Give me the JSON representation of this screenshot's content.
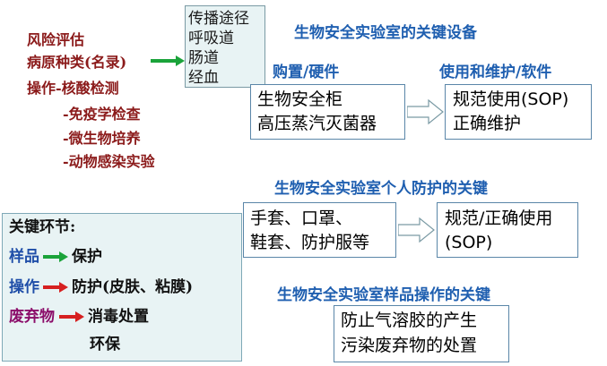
{
  "risk": {
    "title": "风险评估",
    "pathogen": "病原种类(名录)",
    "operation": "操作-核酸检测",
    "ops": [
      "-免疫学检查",
      "-微生物培养",
      "-动物感染实验"
    ]
  },
  "routes": [
    "传播途径",
    "呼吸道",
    "肠道",
    "经血"
  ],
  "equipment": {
    "title": "生物安全实验室的关键设备",
    "hardware_label": "购置/硬件",
    "software_label": "使用和维护/软件",
    "hardware_items": [
      "生物安全柜",
      "高压蒸汽灭菌器"
    ],
    "software_items": [
      "规范使用(SOP)",
      "正确维护"
    ]
  },
  "protection": {
    "title": "生物安全实验室个人防护的关键",
    "items": [
      "手套、口罩、",
      "鞋套、防护服等"
    ],
    "usage": [
      "规范/正确使用",
      "(SOP)"
    ]
  },
  "sample": {
    "title": "生物安全实验室样品操作的关键",
    "items": [
      "防止气溶胶的产生",
      "污染废弃物的处置"
    ]
  },
  "key": {
    "title": "关键环节:",
    "rows": [
      {
        "label": "样品",
        "value": "保护",
        "arrow_color": "#1aa33a"
      },
      {
        "label": "操作",
        "value": "防护(皮肤、粘膜)",
        "arrow_color": "#d62020"
      },
      {
        "label": "废弃物",
        "value": "消毒处置",
        "arrow_color": "#d62020"
      }
    ],
    "extra": "环保"
  },
  "colors": {
    "risk_text": "#8b1a1a",
    "heading": "#1f5fb0",
    "green_arrow": "#1aa33a",
    "red_arrow": "#d62020"
  }
}
